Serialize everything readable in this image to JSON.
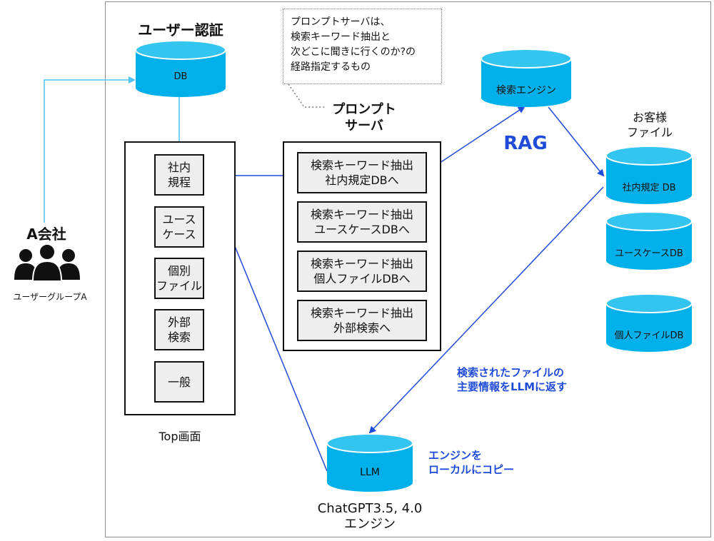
{
  "auth": {
    "title": "ユーザー認証",
    "db_label": "DB"
  },
  "company": {
    "name": "A会社",
    "group_label": "ユーザーグループA"
  },
  "note": {
    "lines": "プロンプトサーバは、\n検索キーワード抽出と\n次どこに聞きに行くのか?の\n経路指定するもの"
  },
  "prompt_server": {
    "title": "プロンプト\nサーバ",
    "items": [
      "検索キーワード抽出\n社内規定DBへ",
      "検索キーワード抽出\nユースケースDBへ",
      "検索キーワード抽出\n個人ファイルDBへ",
      "検索キーワード抽出\n外部検索へ"
    ]
  },
  "top_screen": {
    "label": "Top画面",
    "items": [
      "社内\n規程",
      "ユース\nケース",
      "個別\nファイル",
      "外部\n検索",
      "一般"
    ]
  },
  "search_engine": {
    "label": "検索エンジン"
  },
  "rag": {
    "label": "RAG"
  },
  "customer_files": {
    "title": "お客様\nファイル",
    "dbs": [
      "社内規定 DB",
      "ユースケースDB",
      "個人ファイルDB"
    ]
  },
  "return_note": {
    "text": "検索されたファイルの\n主要情報をLLMに返す"
  },
  "llm": {
    "label": "LLM",
    "engine_label": "ChatGPT3.5, 4.0\nエンジン",
    "copy_note": "エンジンを\nローカルにコピー"
  },
  "colors": {
    "cylinder": "#00b0ea",
    "cylinder_top": "#33c4f0",
    "arrow_blue": "#1f4bd8",
    "arrow_cyan": "#4fc3f7",
    "button_fill": "#eeeeee"
  },
  "icons": {
    "people": "people-group-icon"
  }
}
